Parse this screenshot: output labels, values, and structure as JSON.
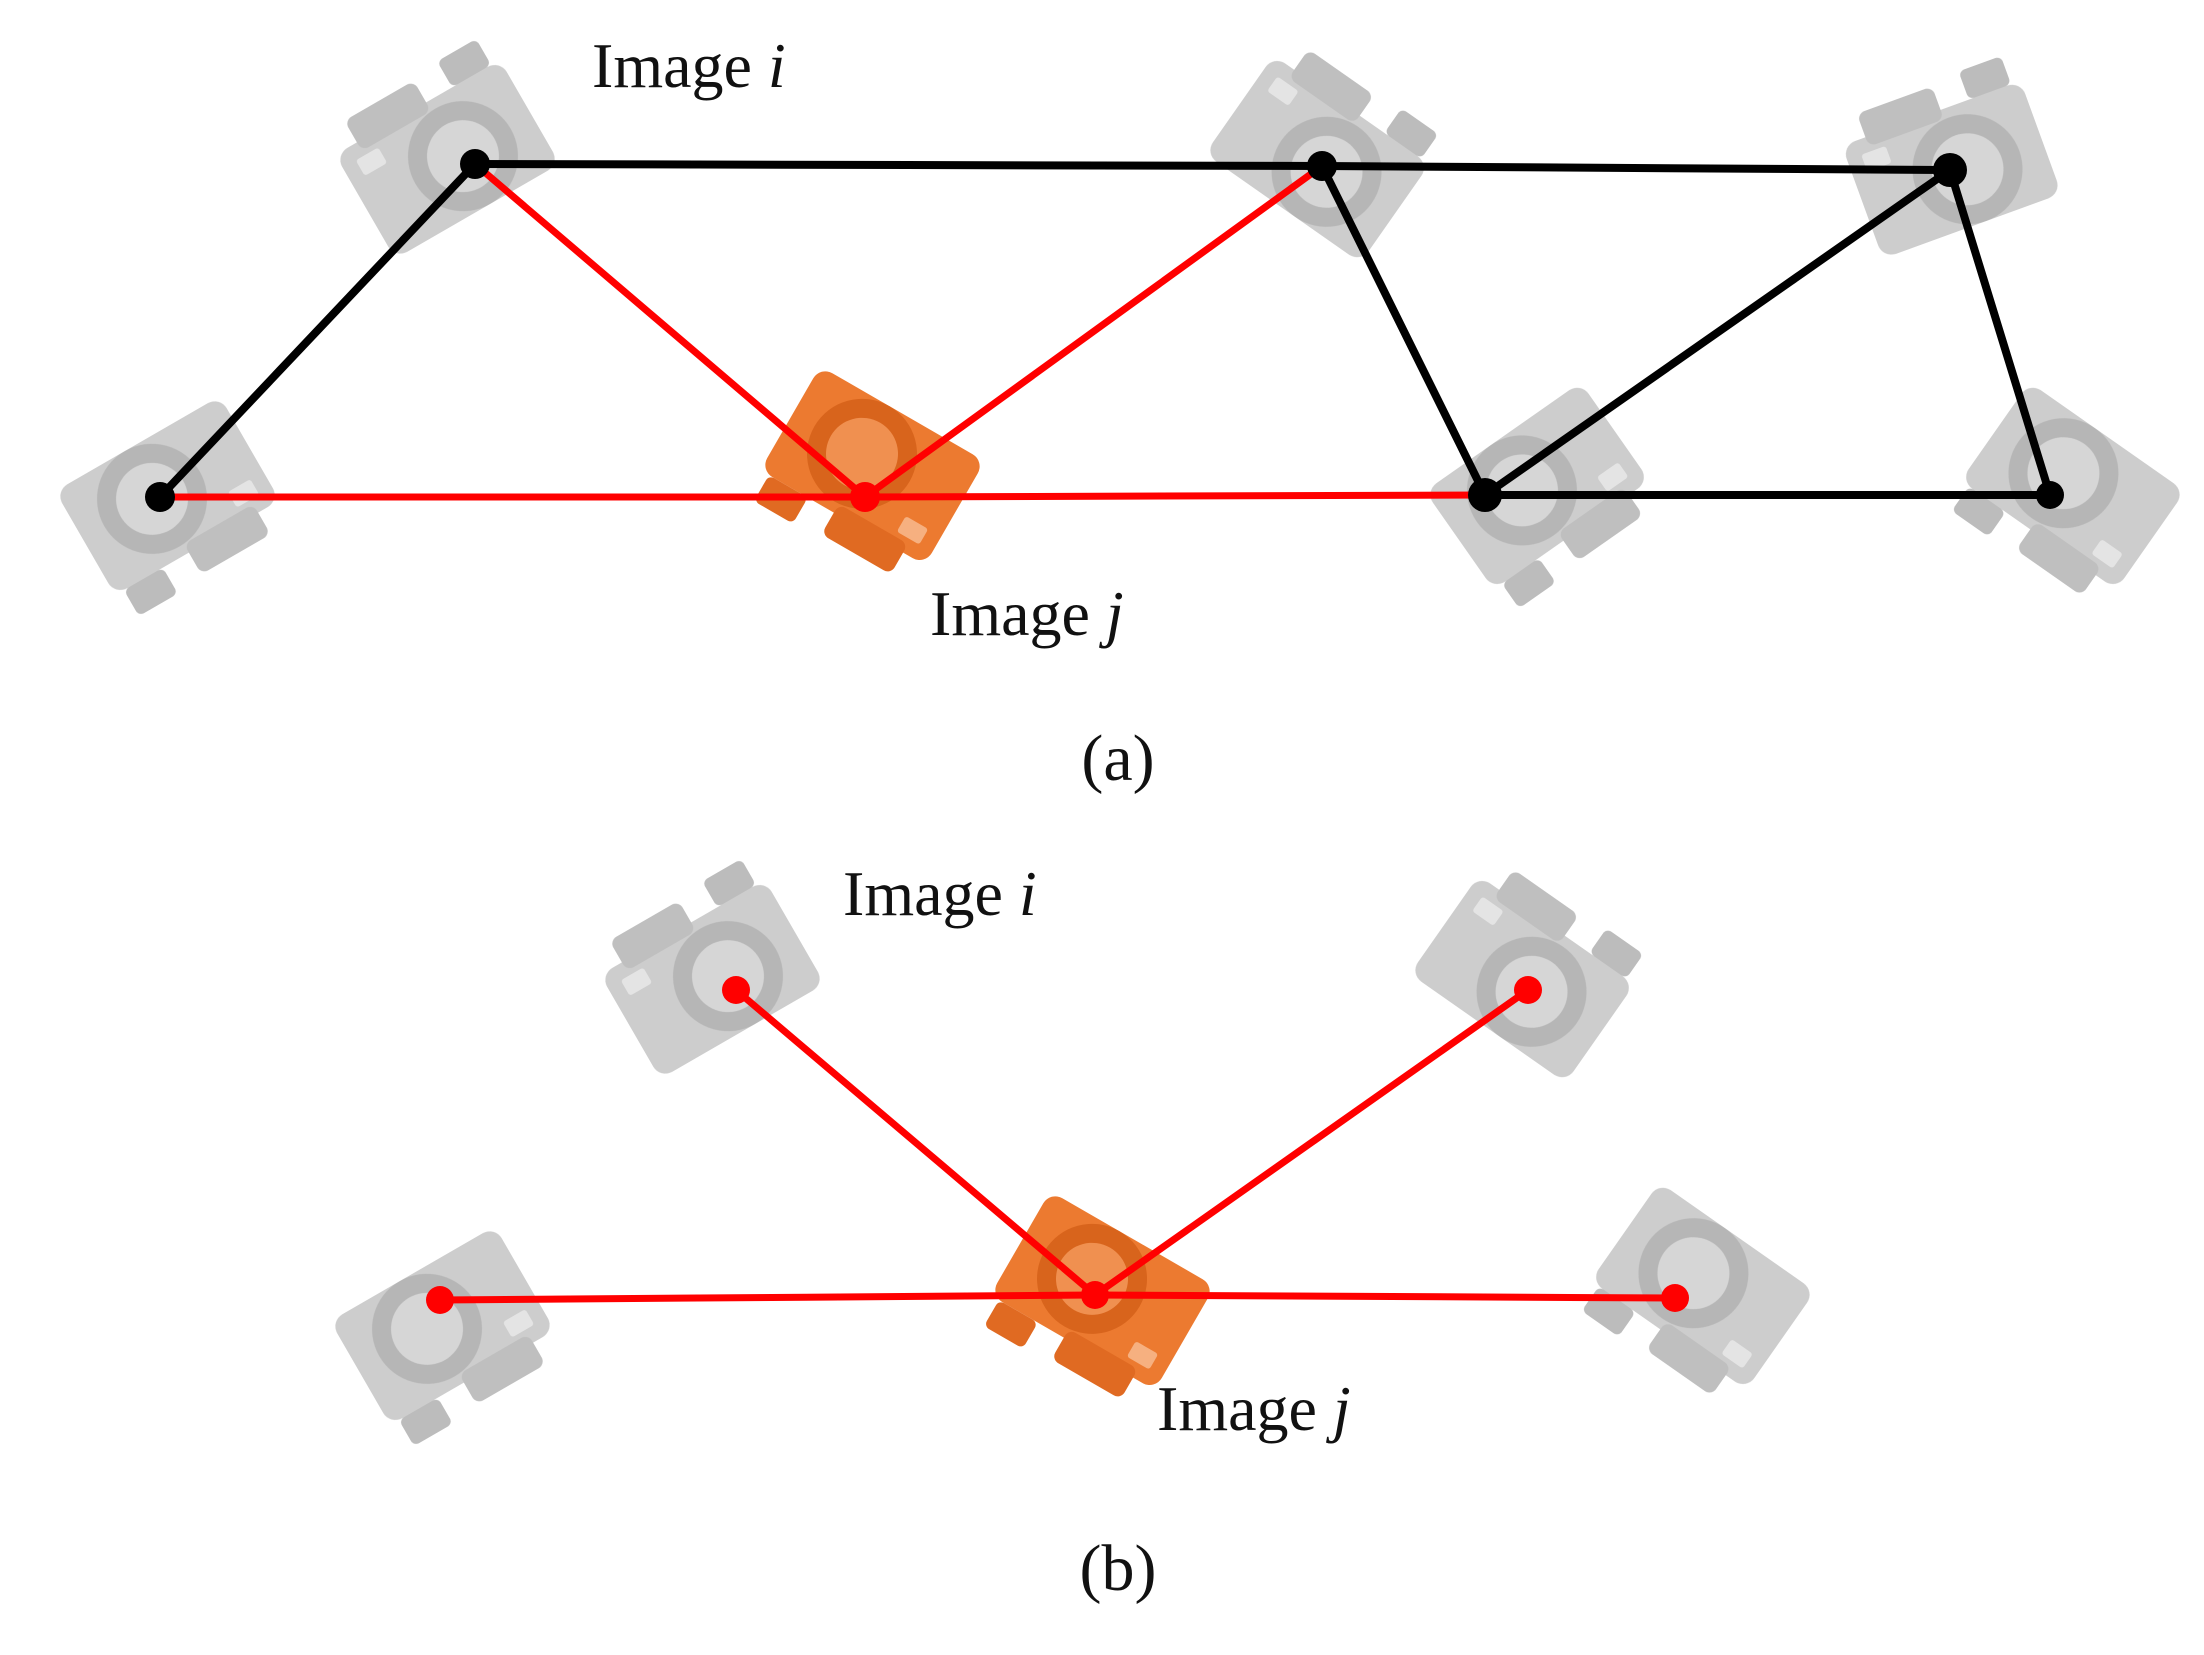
{
  "colors": {
    "edge_black": "#000000",
    "edge_red": "#ff0000",
    "camera_gray": "#bdbdbd",
    "camera_orange": "#e8742c",
    "text": "#111111"
  },
  "panel_a": {
    "label_image_i": {
      "word": "Image",
      "var": "i"
    },
    "label_image_j": {
      "word": "Image",
      "var": "j"
    },
    "caption": "(a)"
  },
  "panel_b": {
    "label_image_i": {
      "word": "Image",
      "var": "i"
    },
    "label_image_j": {
      "word": "Image",
      "var": "j"
    },
    "caption": "(b)"
  },
  "icons": {
    "camera": "camera-icon"
  }
}
